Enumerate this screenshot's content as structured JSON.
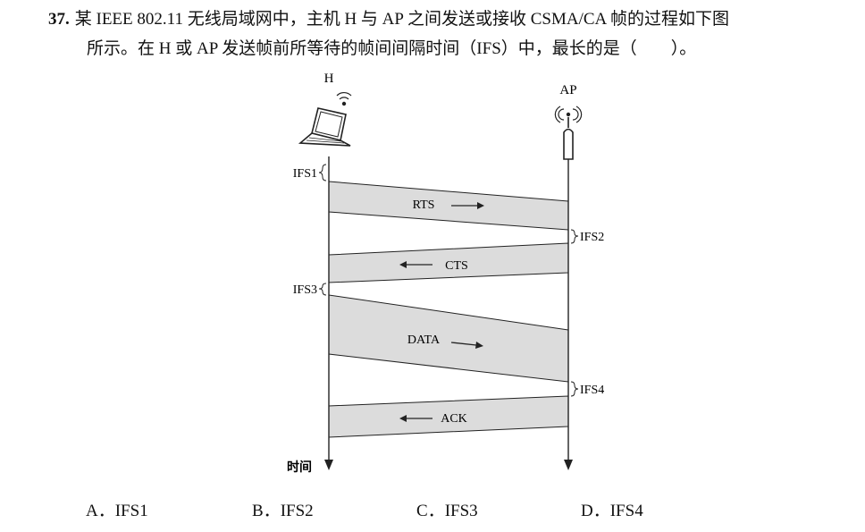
{
  "question": {
    "number": "37.",
    "line1": "某 IEEE 802.11 无线局域网中，主机 H 与 AP 之间发送或接收 CSMA/CA 帧的过程如下图",
    "line2": "所示。在 H 或 AP 发送帧前所等待的帧间间隔时间（IFS）中，最长的是（　　）。"
  },
  "diagram": {
    "host_label": "H",
    "ap_label": "AP",
    "time_label": "时间",
    "frames": [
      "RTS",
      "CTS",
      "DATA",
      "ACK"
    ],
    "ifs_labels": [
      "IFS1",
      "IFS2",
      "IFS3",
      "IFS4"
    ],
    "colors": {
      "frame_fill": "#dcdcdc",
      "line": "#222222"
    }
  },
  "options": [
    {
      "letter": "A．",
      "text": "IFS1"
    },
    {
      "letter": "B．",
      "text": "IFS2"
    },
    {
      "letter": "C．",
      "text": "IFS3"
    },
    {
      "letter": "D．",
      "text": "IFS4"
    }
  ]
}
